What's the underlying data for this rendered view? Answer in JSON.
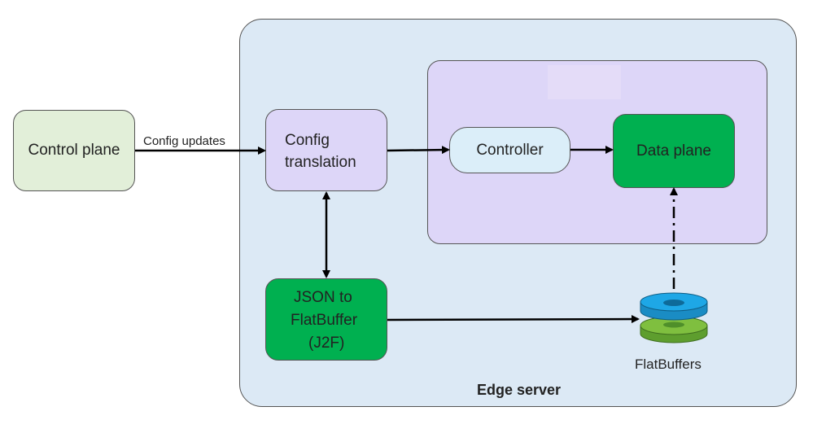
{
  "edge_server": {
    "label": "Edge server"
  },
  "control_plane": {
    "label": "Control plane"
  },
  "config_updates": {
    "label": "Config updates"
  },
  "config_translation": {
    "line1": "Config",
    "line2": "translation"
  },
  "controller": {
    "label": "Controller"
  },
  "data_plane": {
    "label": "Data plane"
  },
  "j2f": {
    "line1": "JSON to",
    "line2": "FlatBuffer",
    "line3": "(J2F)"
  },
  "flatbuffers": {
    "label": "FlatBuffers"
  },
  "colors": {
    "edge_server_fill": "#dce9f5",
    "inner_region_fill": "#ddd6f8",
    "control_plane_fill": "#e2efd9",
    "config_translation_fill": "#ddd6f8",
    "controller_fill": "#dbeef9",
    "green_fill": "#00b050",
    "disk_blue": "#1ea7e6",
    "disk_green": "#7fbf3f"
  }
}
